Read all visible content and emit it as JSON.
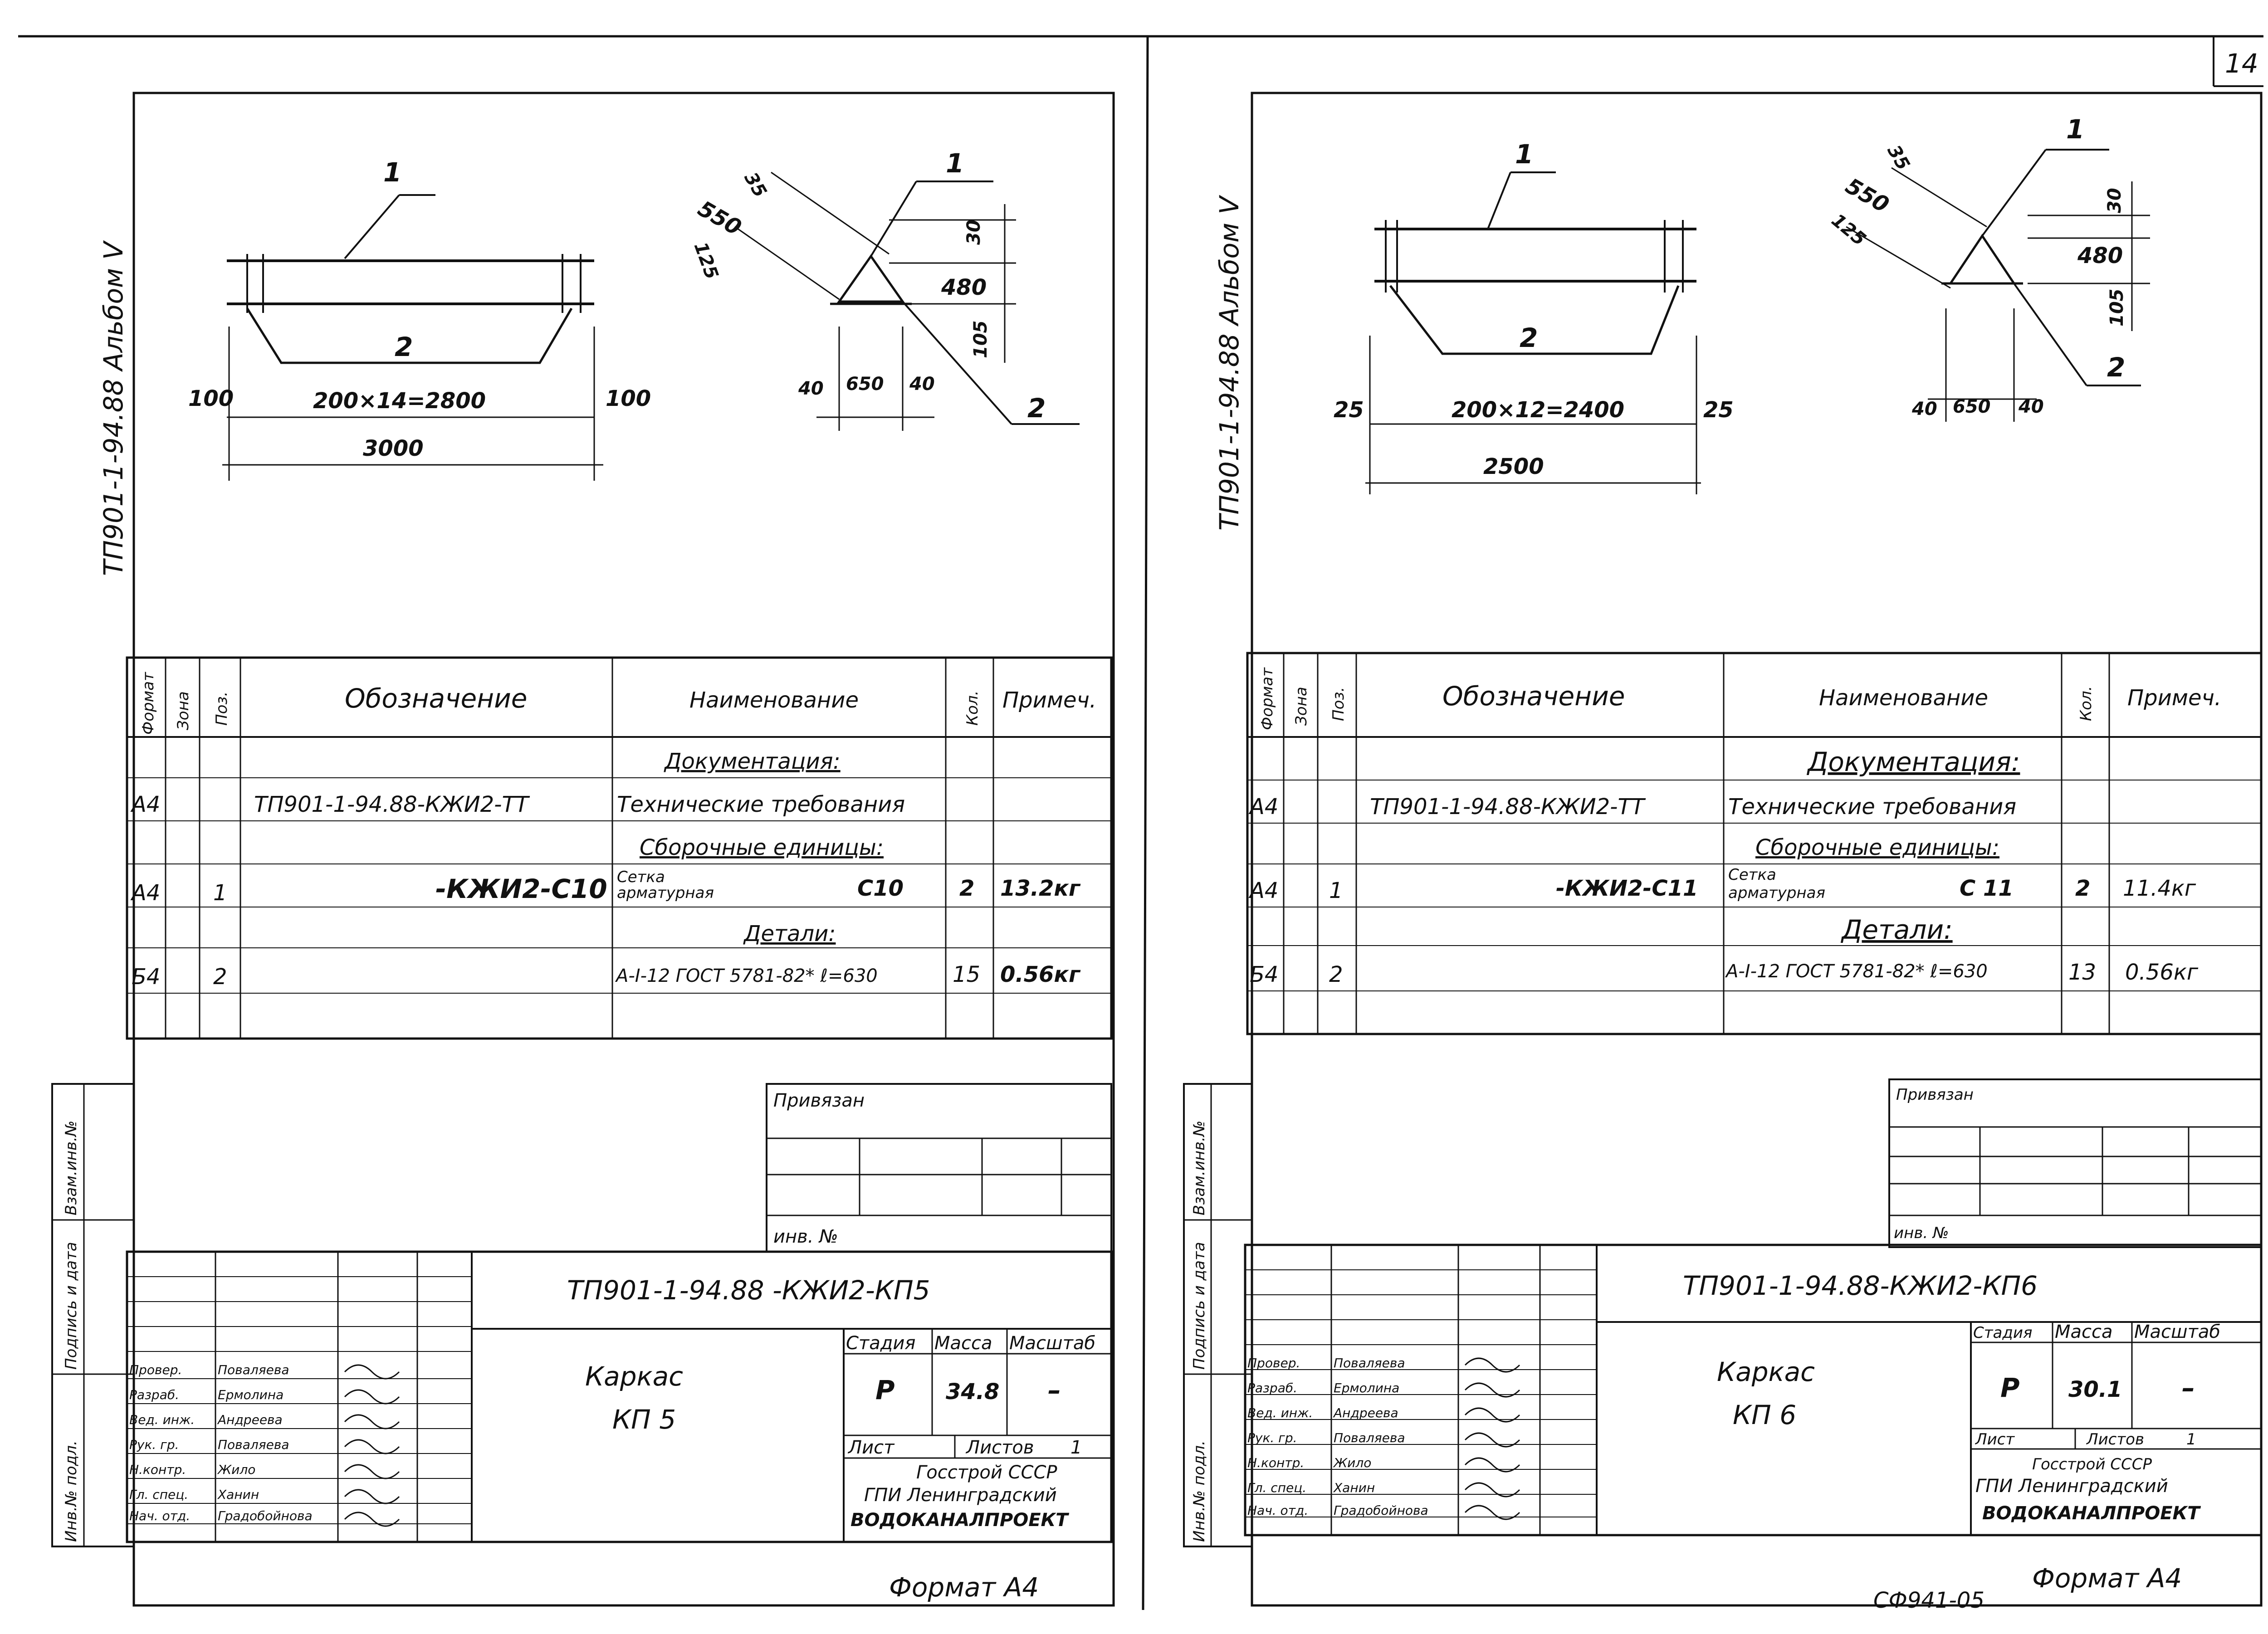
{
  "page_number": "14",
  "sheets": [
    {
      "id": "kp5",
      "album": "ТП901-1-94.88 Альбом V",
      "drawing": {
        "leader_1": "1",
        "leader_2": "2",
        "dim_span": "200×14=2800",
        "dim_total": "3000",
        "dim_left": "100",
        "dim_right": "100",
        "side_labels": [
          "550",
          "35",
          "125",
          "30",
          "480",
          "105",
          "40",
          "650",
          "40"
        ]
      },
      "spec_header": {
        "format": "Формат",
        "zone": "Зона",
        "pos": "Поз.",
        "designation": "Обозначение",
        "name": "Наименование",
        "qty": "Кол.",
        "note": "Примеч."
      },
      "spec_sections": {
        "docs": "Документация:",
        "assembly": "Сборочные единицы:",
        "details": "Детали:"
      },
      "spec_rows": [
        {
          "format": "А4",
          "pos": "",
          "designation": "ТП901-1-94.88-КЖИ2-ТТ",
          "name": "Технические требования",
          "qty": "",
          "note": ""
        },
        {
          "format": "А4",
          "pos": "1",
          "designation": "-КЖИ2-С10",
          "name_top": "Сетка",
          "name_bottom": "арматурная",
          "name_code": "С10",
          "qty": "2",
          "note": "13.2кг"
        },
        {
          "format": "Б4",
          "pos": "2",
          "designation": "",
          "name": "А-I-12 ГОСТ 5781-82* ℓ=630",
          "qty": "15",
          "note": "0.56кг"
        }
      ],
      "privyazan": "Привязан",
      "inv_no": "инв. №",
      "code": "ТП901-1-94.88 -КЖИ2-КП5",
      "title_line1": "Каркас",
      "title_line2": "КП 5",
      "stage_label": "Стадия",
      "mass_label": "Масса",
      "scale_label": "Масштаб",
      "stage": "Р",
      "mass": "34.8",
      "scale": "–",
      "sheet_label": "Лист",
      "sheets_label": "Листов",
      "sheets_count": "1",
      "org_line1": "Госстрой СССР",
      "org_line2": "ГПИ Ленинградский",
      "org_line3": "ВОДОКАНАЛПРОЕКТ",
      "people": [
        {
          "role": "Провер.",
          "name": "Поваляева"
        },
        {
          "role": "Разраб.",
          "name": "Ермолина"
        },
        {
          "role": "Вед. инж.",
          "name": "Андреева"
        },
        {
          "role": "Рук. гр.",
          "name": "Поваляева"
        },
        {
          "role": "Н.контр.",
          "name": "Жило"
        },
        {
          "role": "Гл. спец.",
          "name": "Ханин"
        },
        {
          "role": "Нач. отд.",
          "name": "Градобойнова"
        }
      ],
      "format_note": "Формат А4"
    },
    {
      "id": "kp6",
      "album": "ТП901-1-94.88 Альбом V",
      "drawing": {
        "leader_1": "1",
        "leader_2": "2",
        "dim_span": "200×12=2400",
        "dim_total": "2500",
        "dim_left": "25",
        "dim_right": "25",
        "side_labels": [
          "550",
          "35",
          "125",
          "30",
          "480",
          "105",
          "40",
          "650",
          "40"
        ]
      },
      "spec_header": {
        "format": "Формат",
        "zone": "Зона",
        "pos": "Поз.",
        "designation": "Обозначение",
        "name": "Наименование",
        "qty": "Кол.",
        "note": "Примеч."
      },
      "spec_sections": {
        "docs": "Документация:",
        "assembly": "Сборочные единицы:",
        "details": "Детали:"
      },
      "spec_rows": [
        {
          "format": "А4",
          "pos": "",
          "designation": "ТП901-1-94.88-КЖИ2-ТТ",
          "name": "Технические требования",
          "qty": "",
          "note": ""
        },
        {
          "format": "А4",
          "pos": "1",
          "designation": "-КЖИ2-С11",
          "name_top": "Сетка",
          "name_bottom": "арматурная",
          "name_code": "С 11",
          "qty": "2",
          "note": "11.4кг"
        },
        {
          "format": "Б4",
          "pos": "2",
          "designation": "",
          "name": "А-I-12 ГОСТ 5781-82* ℓ=630",
          "qty": "13",
          "note": "0.56кг"
        }
      ],
      "privyazan": "Привязан",
      "inv_no": "инв. №",
      "code": "ТП901-1-94.88-КЖИ2-КП6",
      "title_line1": "Каркас",
      "title_line2": "КП 6",
      "stage_label": "Стадия",
      "mass_label": "Масса",
      "scale_label": "Масштаб",
      "stage": "Р",
      "mass": "30.1",
      "scale": "–",
      "sheet_label": "Лист",
      "sheets_label": "Листов",
      "sheets_count": "1",
      "org_line1": "Госстрой СССР",
      "org_line2": "ГПИ Ленинградский",
      "org_line3": "ВОДОКАНАЛПРОЕКТ",
      "people": [
        {
          "role": "Провер.",
          "name": "Поваляева"
        },
        {
          "role": "Разраб.",
          "name": "Ермолина"
        },
        {
          "role": "Вед. инж.",
          "name": "Андреева"
        },
        {
          "role": "Рук. гр.",
          "name": "Поваляева"
        },
        {
          "role": "Н.контр.",
          "name": "Жило"
        },
        {
          "role": "Гл. спец.",
          "name": "Ханин"
        },
        {
          "role": "Нач. отд.",
          "name": "Градобойнова"
        }
      ],
      "format_note": "Формат А4",
      "stamp_code": "СФ941-05"
    }
  ],
  "side_stamp": {
    "inv_podl": "Инв.№ подл.",
    "podpis": "Подпись и дата",
    "vzam": "Взам.инв.№"
  }
}
